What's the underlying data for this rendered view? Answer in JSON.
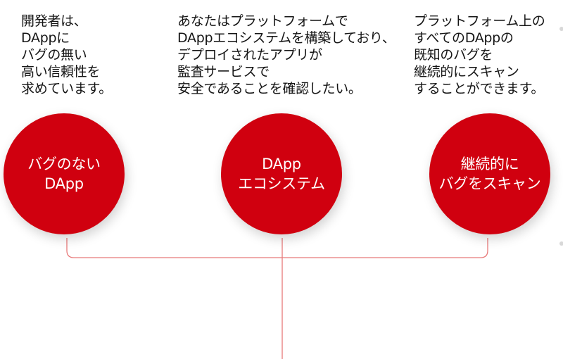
{
  "columns": [
    {
      "description_lines": [
        "開発者は、",
        "DAppに",
        "バグの無い",
        "高い信頼性を",
        "求めています。"
      ],
      "circle_lines": [
        "バグのない",
        "DApp"
      ]
    },
    {
      "description_lines": [
        "あなたはプラットフォームで",
        "DAppエコシステムを構築しており、",
        "デプロイされたアプリが",
        "監査サービスで",
        "安全であることを確認したい。"
      ],
      "circle_lines": [
        "DApp",
        "エコシステム"
      ]
    },
    {
      "description_lines": [
        "プラットフォーム上の",
        "すべてのDAppの",
        "既知のバグを",
        "継続的にスキャン",
        "することができます。"
      ],
      "circle_lines": [
        "継続的に",
        "バグをスキャン"
      ]
    }
  ],
  "colors": {
    "circle_fill": "#d0000f",
    "connector_line": "#e87a7a"
  }
}
